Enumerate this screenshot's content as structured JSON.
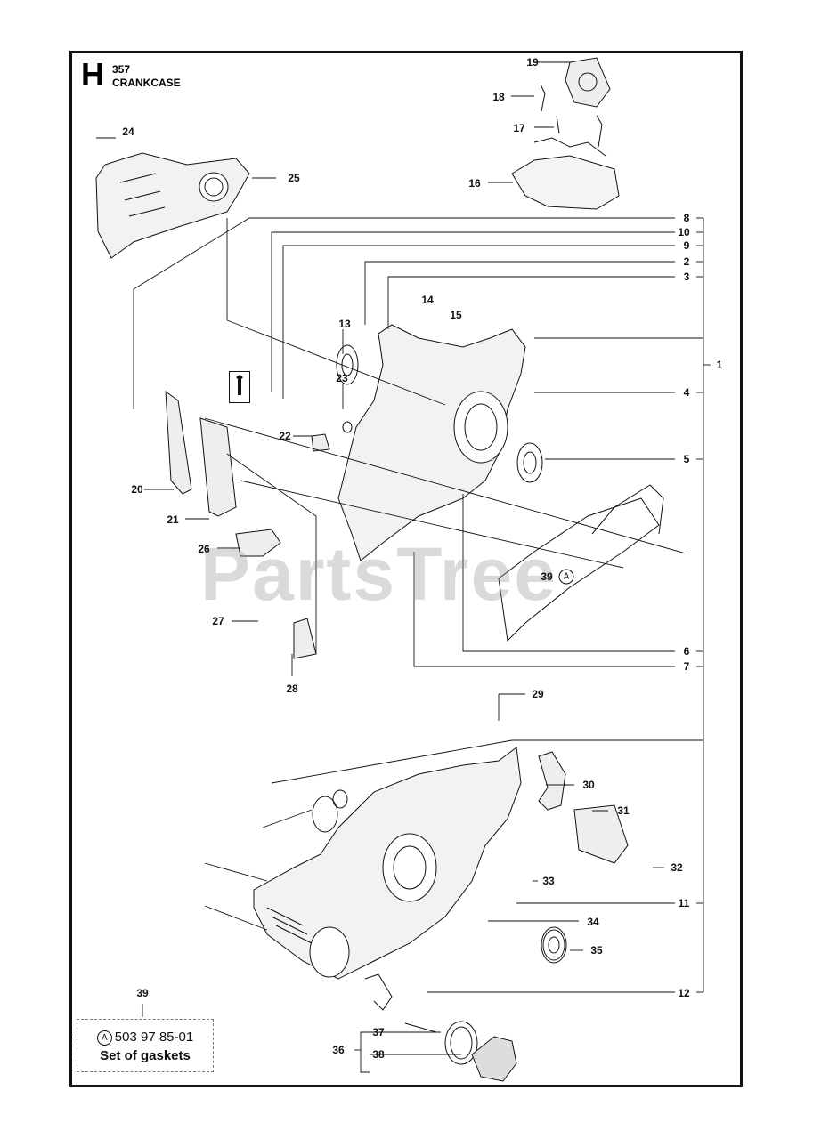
{
  "section": {
    "letter": "H",
    "model": "357",
    "title": "CRANKCASE"
  },
  "watermark": "PartsTree",
  "callouts": [
    {
      "id": "c1",
      "text": "1"
    },
    {
      "id": "c2",
      "text": "2"
    },
    {
      "id": "c3",
      "text": "3"
    },
    {
      "id": "c4",
      "text": "4"
    },
    {
      "id": "c5",
      "text": "5"
    },
    {
      "id": "c6",
      "text": "6"
    },
    {
      "id": "c7",
      "text": "7"
    },
    {
      "id": "c8",
      "text": "8"
    },
    {
      "id": "c9",
      "text": "9"
    },
    {
      "id": "c10",
      "text": "10"
    },
    {
      "id": "c11",
      "text": "11"
    },
    {
      "id": "c12",
      "text": "12"
    },
    {
      "id": "c13",
      "text": "13"
    },
    {
      "id": "c14",
      "text": "14"
    },
    {
      "id": "c15",
      "text": "15"
    },
    {
      "id": "c16",
      "text": "16"
    },
    {
      "id": "c17",
      "text": "17"
    },
    {
      "id": "c18",
      "text": "18"
    },
    {
      "id": "c19",
      "text": "19"
    },
    {
      "id": "c20",
      "text": "20"
    },
    {
      "id": "c21",
      "text": "21"
    },
    {
      "id": "c22",
      "text": "22"
    },
    {
      "id": "c23",
      "text": "23"
    },
    {
      "id": "c24",
      "text": "24"
    },
    {
      "id": "c25",
      "text": "25"
    },
    {
      "id": "c26",
      "text": "26"
    },
    {
      "id": "c27",
      "text": "27"
    },
    {
      "id": "c28",
      "text": "28"
    },
    {
      "id": "c29",
      "text": "29"
    },
    {
      "id": "c30",
      "text": "30"
    },
    {
      "id": "c31",
      "text": "31"
    },
    {
      "id": "c32",
      "text": "32"
    },
    {
      "id": "c33",
      "text": "33"
    },
    {
      "id": "c34",
      "text": "34"
    },
    {
      "id": "c35",
      "text": "35"
    },
    {
      "id": "c36",
      "text": "36"
    },
    {
      "id": "c37",
      "text": "37"
    },
    {
      "id": "c38",
      "text": "38"
    },
    {
      "id": "c39",
      "text": "39"
    },
    {
      "id": "c39a",
      "text": "39"
    }
  ],
  "kit_marker": "A",
  "gasket_kit": {
    "label": "39",
    "part_number": "503 97 85-01",
    "description": "Set of gaskets"
  }
}
